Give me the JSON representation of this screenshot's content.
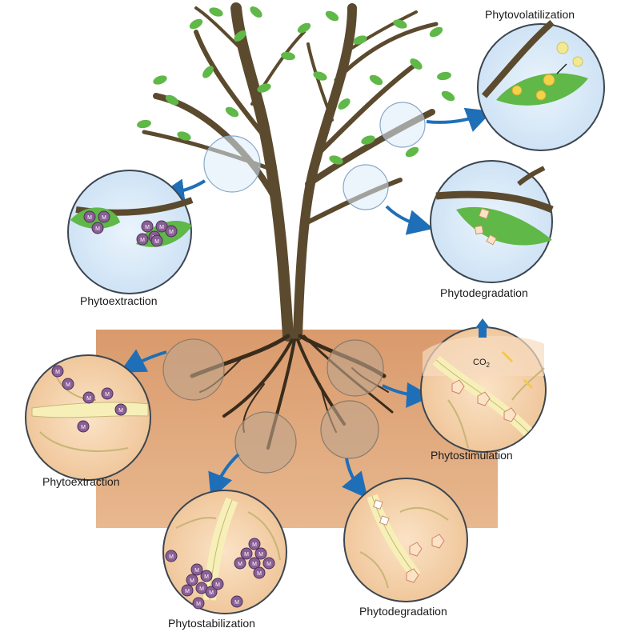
{
  "labels": {
    "phytovolatilization": "Phytovolatilization",
    "phytoextraction_top": "Phytoextraction",
    "phytodegradation_top": "Phytodegradation",
    "phytoextraction_soil": "Phytoextraction",
    "phytostimulation": "Phytostimulation",
    "phytostabilization": "Phytostabilization",
    "phytodegradation_soil": "Phytodegradation"
  },
  "symbols": {
    "metal": "M",
    "co2": "CO",
    "co2_sub": "2"
  },
  "colors": {
    "soil": "#e3aa7c",
    "bubble_sky": "#d6e9f8",
    "bubble_soil": "#f6d2ac",
    "trunk": "#5c4a2e",
    "leaf": "#5fb847",
    "arrow": "#1f6fb8",
    "root_fill": "#f6f0b8"
  }
}
